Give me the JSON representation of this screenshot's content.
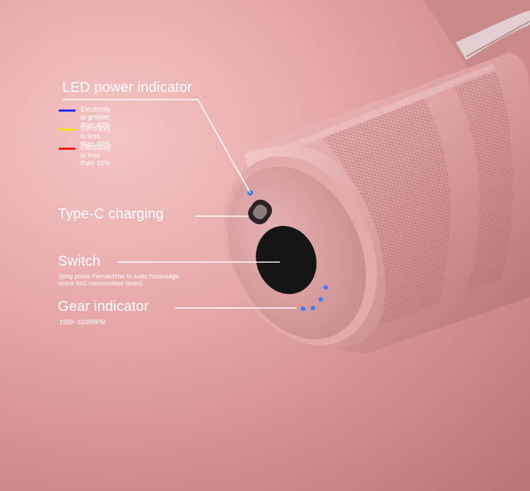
{
  "led": {
    "title": "LED power indicator",
    "items": [
      {
        "label": "Electricity is greater than 40%",
        "color": "#1b2cf0"
      },
      {
        "label": "Electricity is less than 40%",
        "color": "#f4e01c"
      },
      {
        "label": "Electricity is less than 10%",
        "color": "#ee1a1a"
      }
    ]
  },
  "typec": {
    "title": "Type-C charging"
  },
  "switch": {
    "title": "Switch",
    "note_line1": "(long press themachine to switc.hmassage",
    "note_line2": "moce for2 consecutiwe times)"
  },
  "gear": {
    "title": "Gear indicator",
    "rpm": "1600~3200RPM"
  },
  "colors": {
    "background": "#e3a3a4",
    "device_body": "#d99c9e",
    "indicator_led": "#3d7cf2",
    "switch_button": "#141414"
  }
}
